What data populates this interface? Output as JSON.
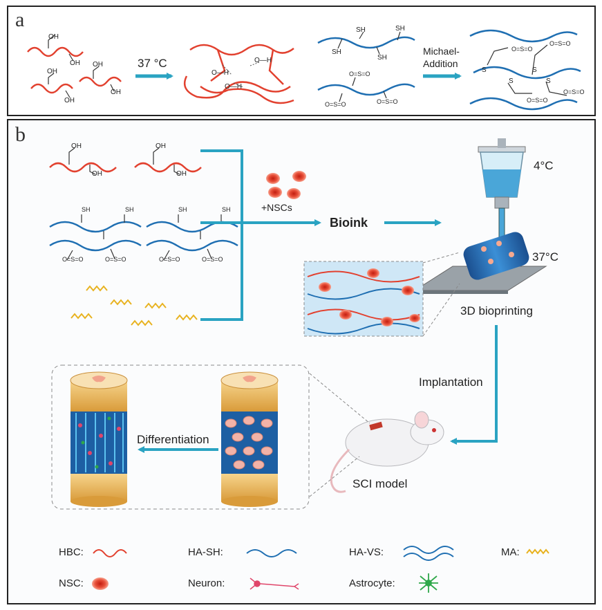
{
  "panel_a": {
    "letter": "a",
    "temp_label": "37 °C",
    "reaction_label_line1": "Michael-",
    "reaction_label_line2": "Addition"
  },
  "panel_b": {
    "letter": "b",
    "nsc_label": "+NSCs",
    "bioink_label": "Bioink",
    "cold_temp": "4°C",
    "warm_temp": "37°C",
    "printing_label": "3D bioprinting",
    "implant_label": "Implantation",
    "model_label": "SCI model",
    "diff_label": "Differentiation"
  },
  "groups": {
    "oh": "OH",
    "sh": "SH",
    "s": "S",
    "so2": "O=S=O",
    "oh_h": "O—H"
  },
  "legend": {
    "hbc": "HBC:",
    "hasg": "HA-SH:",
    "havs": "HA-VS:",
    "ma": "MA:",
    "nsc": "NSC:",
    "neuron": "Neuron:",
    "astrocyte": "Astrocyte:"
  },
  "colors": {
    "hbc_red": "#e2412f",
    "ha_blue": "#1f6fb2",
    "arrow_teal": "#2aa3c2",
    "ma_gold": "#e8b21f",
    "nsc_red": "#e8503a",
    "neuron_pink": "#e0456a",
    "astro_green": "#2fa84a",
    "spine_tan": "#e6b566"
  }
}
